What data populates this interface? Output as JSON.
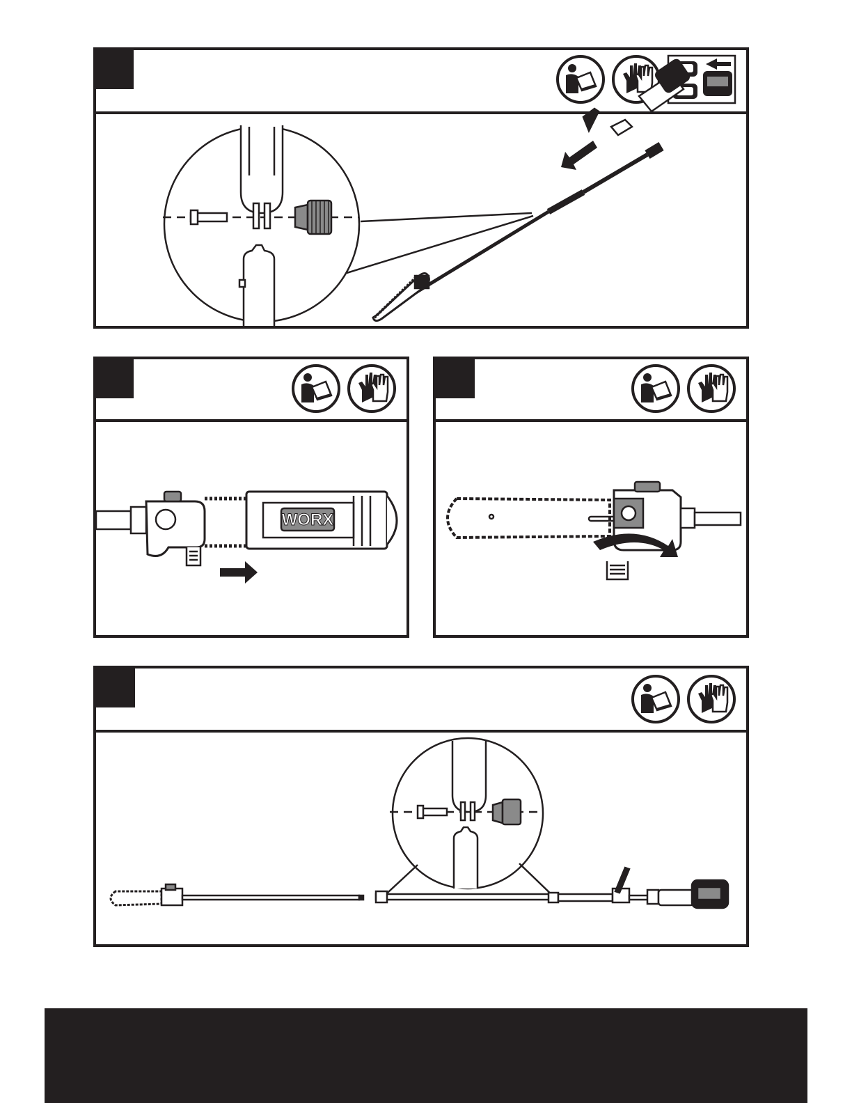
{
  "panels": [
    {
      "id": "step-1",
      "label": "",
      "icons": [
        "read-manual-icon",
        "wear-gloves-icon",
        "remove-battery-icon"
      ]
    },
    {
      "id": "step-2",
      "label": "",
      "icons": [
        "read-manual-icon",
        "wear-gloves-icon"
      ],
      "brand_text": "WORX"
    },
    {
      "id": "step-3",
      "label": "",
      "icons": [
        "read-manual-icon",
        "wear-gloves-icon"
      ]
    },
    {
      "id": "step-4",
      "label": "",
      "icons": [
        "read-manual-icon",
        "wear-gloves-icon"
      ]
    }
  ],
  "colors": {
    "ink": "#231f20",
    "paper": "#ffffff",
    "grey": "#8a8a8a"
  }
}
